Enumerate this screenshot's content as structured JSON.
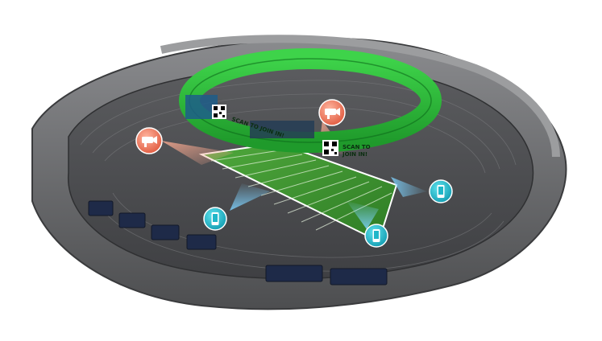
{
  "scene": {
    "screen_text_left": "SCAN TO JOIN IN!",
    "screen_text_right_line1": "SCAN TO",
    "screen_text_right_line2": "JOIN IN!",
    "icons": {
      "camera": "security-camera-icon",
      "phone": "smartphone-icon"
    },
    "colors": {
      "ring_green": "#2fbf3a",
      "field_green": "#3f8f2f",
      "camera_badge": "#f07a5a",
      "phone_badge": "#1fb7c9",
      "stadium_gray": "#6e6f71"
    }
  }
}
